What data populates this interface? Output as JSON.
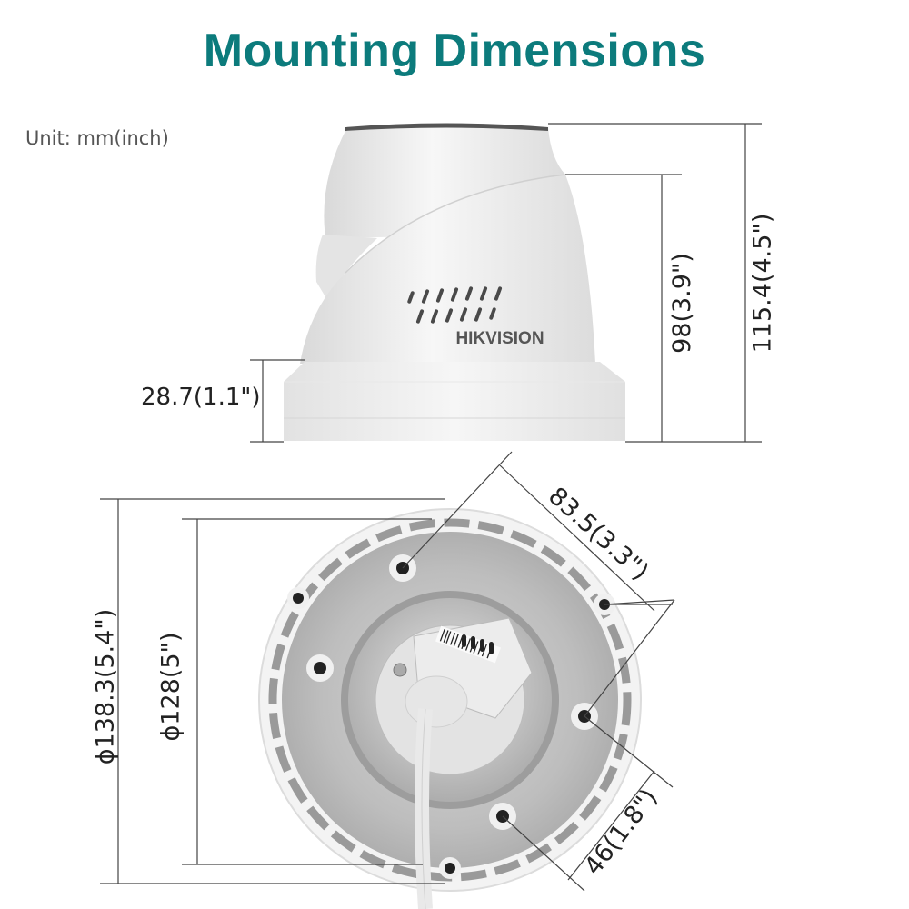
{
  "title": "Mounting Dimensions",
  "unit_label": "Unit: mm(inch)",
  "side_view": {
    "brand_text_mirrored": "HIKVISION",
    "dimensions": {
      "total_height": "115.4(4.5\")",
      "body_height": "98(3.9\")",
      "base_height": "28.7(1.1\")"
    }
  },
  "bottom_view": {
    "dimensions": {
      "outer_diameter": "ϕ138.3(5.4\")",
      "inner_diameter": "ϕ128(5\")",
      "hole_spacing_long": "83.5(3.3\")",
      "hole_spacing_short": "46(1.8\")"
    }
  },
  "colors": {
    "title": "#0c7b7c",
    "unit_text": "#555555",
    "dimension_text": "#222222",
    "dimension_lines": "#444444",
    "camera_white": "#f2f2f2",
    "base_metal": "#b9b9b9"
  }
}
